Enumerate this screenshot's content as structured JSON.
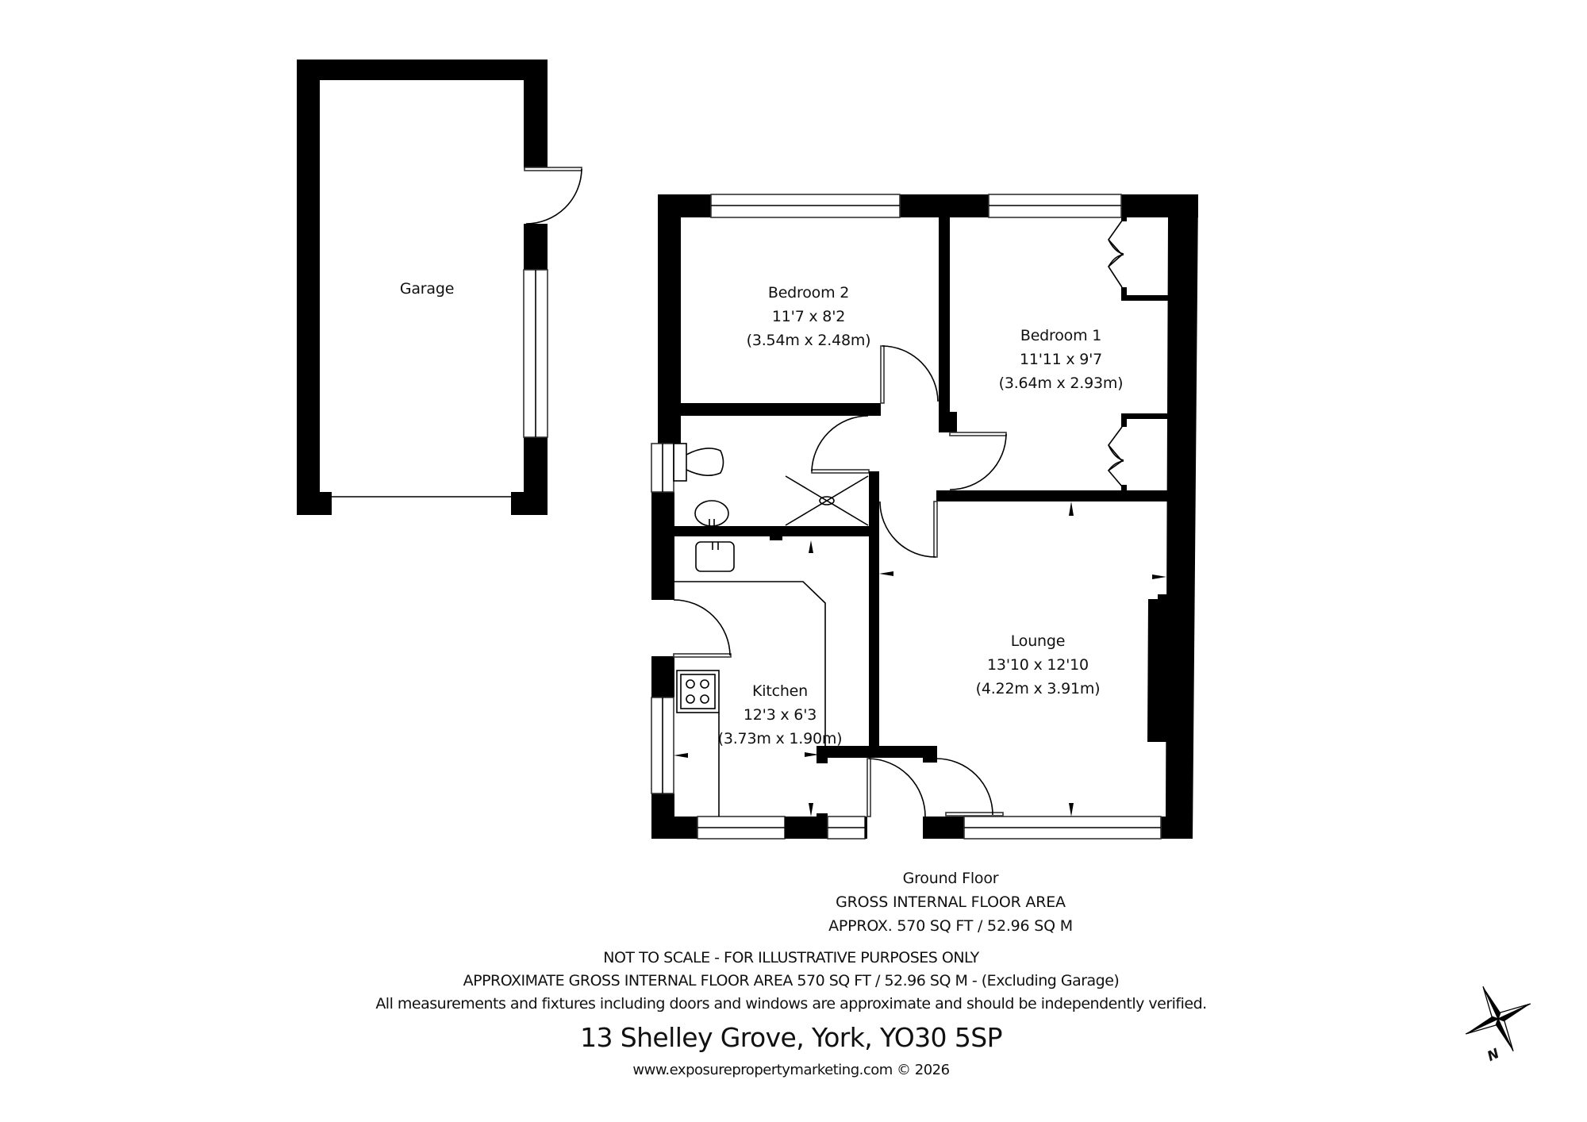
{
  "plan": {
    "floor_name": "Ground Floor",
    "rooms": [
      {
        "id": "garage",
        "name": "Garage",
        "dims_imperial": "",
        "dims_metric": ""
      },
      {
        "id": "bedroom-2",
        "name": "Bedroom 2",
        "dims_imperial": "11'7 x 8'2",
        "dims_metric": "(3.54m x 2.48m)"
      },
      {
        "id": "bedroom-1",
        "name": "Bedroom 1",
        "dims_imperial": "11'11 x 9'7",
        "dims_metric": "(3.64m x 2.93m)"
      },
      {
        "id": "lounge",
        "name": "Lounge",
        "dims_imperial": "13'10 x 12'10",
        "dims_metric": "(4.22m x 3.91m)"
      },
      {
        "id": "kitchen",
        "name": "Kitchen",
        "dims_imperial": "12'3 x 6'3",
        "dims_metric": "(3.73m x 1.90m)"
      }
    ],
    "floor_area": {
      "heading": "GROSS INTERNAL FLOOR AREA",
      "value": "APPROX. 570 SQ FT / 52.96 SQ M"
    }
  },
  "footer": {
    "disclaimer": "NOT TO SCALE - FOR ILLUSTRATIVE PURPOSES ONLY",
    "total_area": "APPROXIMATE GROSS INTERNAL FLOOR AREA 570 SQ FT / 52.96 SQ M - (Excluding Garage)",
    "note": "All measurements and fixtures including doors and windows are approximate and should be independently verified.",
    "address": "13 Shelley Grove, York, YO30 5SP",
    "website": "www.exposurepropertymarketing.com © 2026"
  },
  "compass": {
    "icon": "compass-rose-icon",
    "north_label": "N"
  },
  "colors": {
    "wall": "#000000",
    "background": "#ffffff",
    "line": "#333333"
  }
}
